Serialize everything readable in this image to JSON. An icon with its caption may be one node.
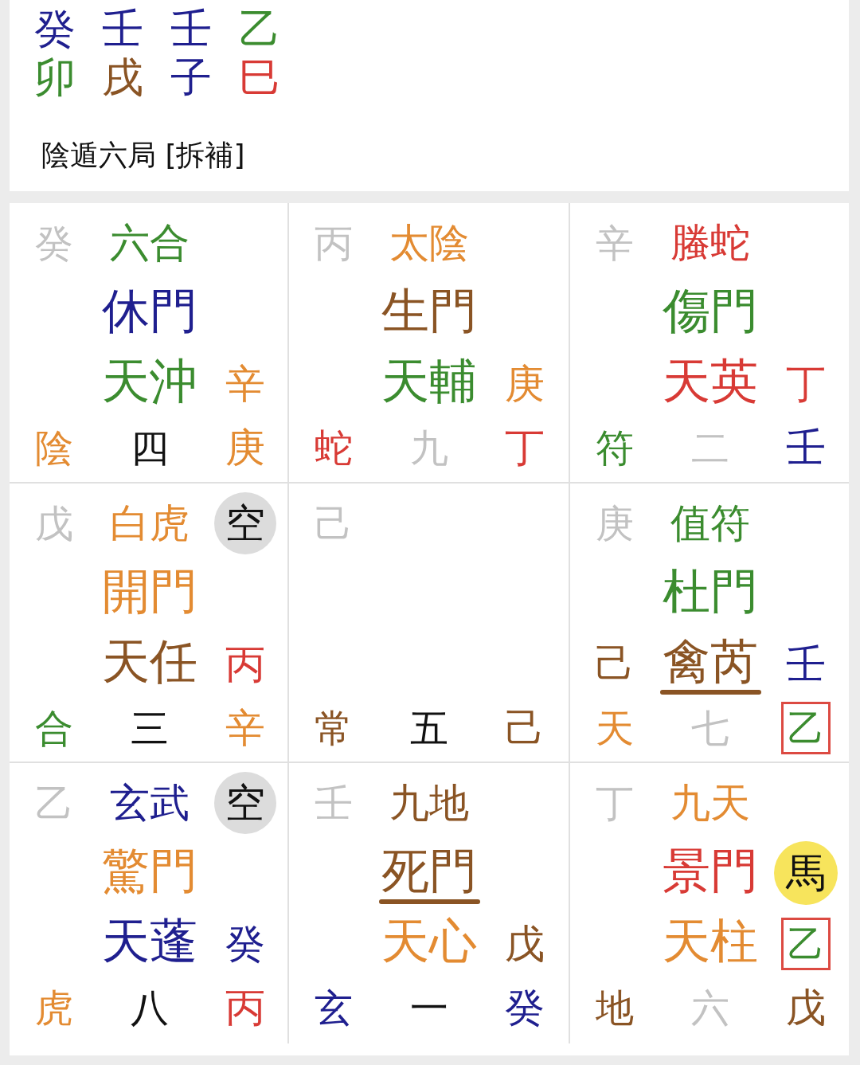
{
  "diagram": {
    "nodes": [
      {
        "text": [
          "癸",
          "壬",
          "壬",
          "乙",
          "卯",
          "戌",
          "子",
          "巳",
          "陰遁六局 [拆補]"
        ]
      },
      {
        "text": [
          "癸",
          "六合",
          "休門",
          "天沖",
          "辛",
          "陰",
          "四",
          "庚"
        ]
      },
      {
        "text": [
          "丙",
          "太陰",
          "生門",
          "天輔",
          "庚",
          "蛇",
          "九",
          "丁"
        ]
      },
      {
        "text": [
          "辛",
          "螣蛇",
          "傷門",
          "天英",
          "丁",
          "符",
          "二",
          "壬"
        ]
      },
      {
        "text": [
          "戊",
          "白虎",
          "開門",
          "天任",
          "丙",
          "合",
          "三",
          "辛"
        ]
      },
      {
        "text": [
          "空"
        ],
        "in": 4
      },
      {
        "text": [
          "己",
          "常",
          "五",
          "己"
        ]
      },
      {
        "text": [
          "庚",
          "值符",
          "杜門",
          "己",
          "禽芮",
          "壬",
          "天",
          "七"
        ]
      },
      {
        "text": [
          "乙"
        ],
        "in": 7
      },
      {
        "text": [
          "乙",
          "玄武",
          "驚門",
          "天蓬",
          "癸",
          "虎",
          "八",
          "丙"
        ]
      },
      {
        "text": [
          "空"
        ],
        "in": 9
      },
      {
        "text": [
          "壬",
          "九地",
          "死門",
          "天心",
          "戊",
          "玄",
          "一",
          "癸"
        ]
      },
      {
        "text": [
          "丁",
          "九天",
          "景門",
          "天柱",
          "地",
          "六",
          "戊"
        ]
      },
      {
        "text": [
          "馬"
        ],
        "in": 12
      },
      {
        "text": [
          "乙"
        ],
        "in": 12
      }
    ]
  }
}
